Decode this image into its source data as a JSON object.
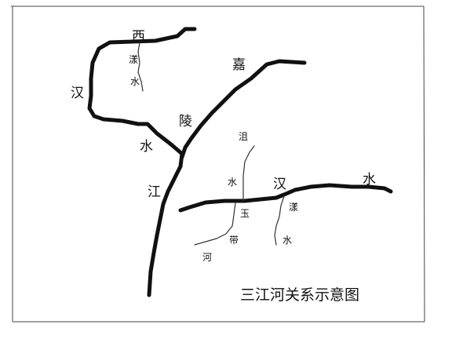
{
  "diagram": {
    "title": "三江河关系示意图",
    "labels": {
      "xi": "西",
      "han_left": "汉",
      "shui_left": "水",
      "jia": "嘉",
      "ling": "陵",
      "jiang": "江",
      "yang_small": "漾",
      "shui_small_top": "水",
      "ju": "沮",
      "shui_ju": "水",
      "han_right": "汉",
      "shui_right": "水",
      "yu": "玉",
      "dai": "带",
      "he": "河",
      "yang_right": "漾",
      "shui_yang_right": "水"
    }
  }
}
